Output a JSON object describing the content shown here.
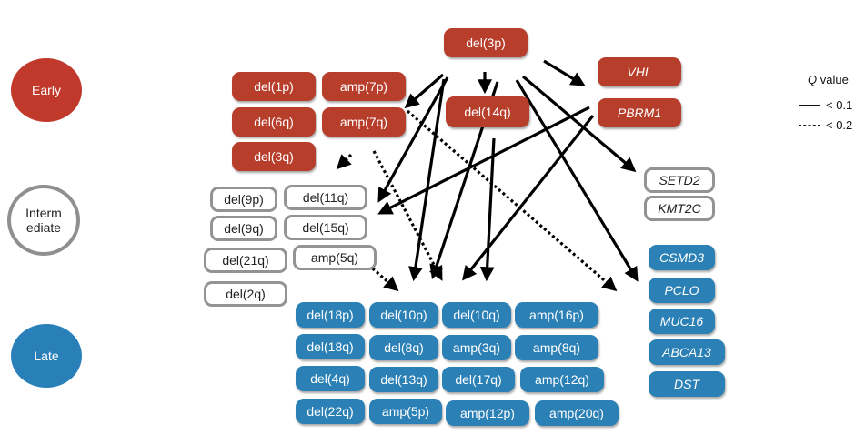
{
  "stages": {
    "early": "Early",
    "intermediate": "Interm\nediate",
    "late": "Late"
  },
  "colors": {
    "early": "#b83e2c",
    "intermediate_border": "#939393",
    "late": "#2b80b5"
  },
  "nodes": {
    "early": [
      "del(3p)",
      "del(1p)",
      "amp(7p)",
      "del(6q)",
      "amp(7q)",
      "del(3q)",
      "del(14q)",
      "VHL",
      "PBRM1"
    ],
    "intermediate": [
      "del(9p)",
      "del(11q)",
      "del(9q)",
      "del(15q)",
      "del(21q)",
      "amp(5q)",
      "del(2q)",
      "SETD2",
      "KMT2C"
    ],
    "late": [
      "del(18p)",
      "del(10p)",
      "del(10q)",
      "amp(16p)",
      "del(18q)",
      "del(8q)",
      "amp(3q)",
      "amp(8q)",
      "del(4q)",
      "del(13q)",
      "del(17q)",
      "amp(12q)",
      "del(22q)",
      "amp(5p)",
      "amp(12p)",
      "amp(20q)",
      "CSMD3",
      "PCLO",
      "MUC16",
      "ABCA13",
      "DST"
    ]
  },
  "edges": [
    {
      "from": "del(3p)",
      "to": "VHL",
      "style": "solid"
    },
    {
      "from": "del(3p)",
      "to": "del(14q)",
      "style": "solid"
    },
    {
      "from": "del(3p)",
      "to": "amp(7q)",
      "style": "solid"
    },
    {
      "from": "del(3p)",
      "to": "del(11q)",
      "style": "solid"
    },
    {
      "from": "del(3p)",
      "to": "del(18p)",
      "style": "solid"
    },
    {
      "from": "del(3p)",
      "to": "SETD2",
      "style": "solid"
    },
    {
      "from": "del(3p)",
      "to": "PCLO",
      "style": "solid"
    },
    {
      "from": "del(14q)",
      "to": "del(10q)",
      "style": "solid"
    },
    {
      "from": "del(14q)",
      "to": "del(10p)",
      "style": "solid"
    },
    {
      "from": "PBRM1",
      "to": "del(15q)",
      "style": "solid"
    },
    {
      "from": "PBRM1",
      "to": "del(10q)",
      "style": "solid"
    },
    {
      "from": "amp(7p)",
      "to": "PCLO",
      "style": "dashed"
    },
    {
      "from": "amp(7q)",
      "to": "del(10p)",
      "style": "dashed"
    },
    {
      "from": "amp(7q)",
      "to": "del(11q)",
      "style": "dashed"
    },
    {
      "from": "amp(5q)",
      "to": "del(18p)",
      "style": "dashed"
    }
  ],
  "legend": {
    "title_italic": "Q",
    "title_rest": " value",
    "solid_label": "< 0.1",
    "dashed_label": "< 0.2"
  }
}
